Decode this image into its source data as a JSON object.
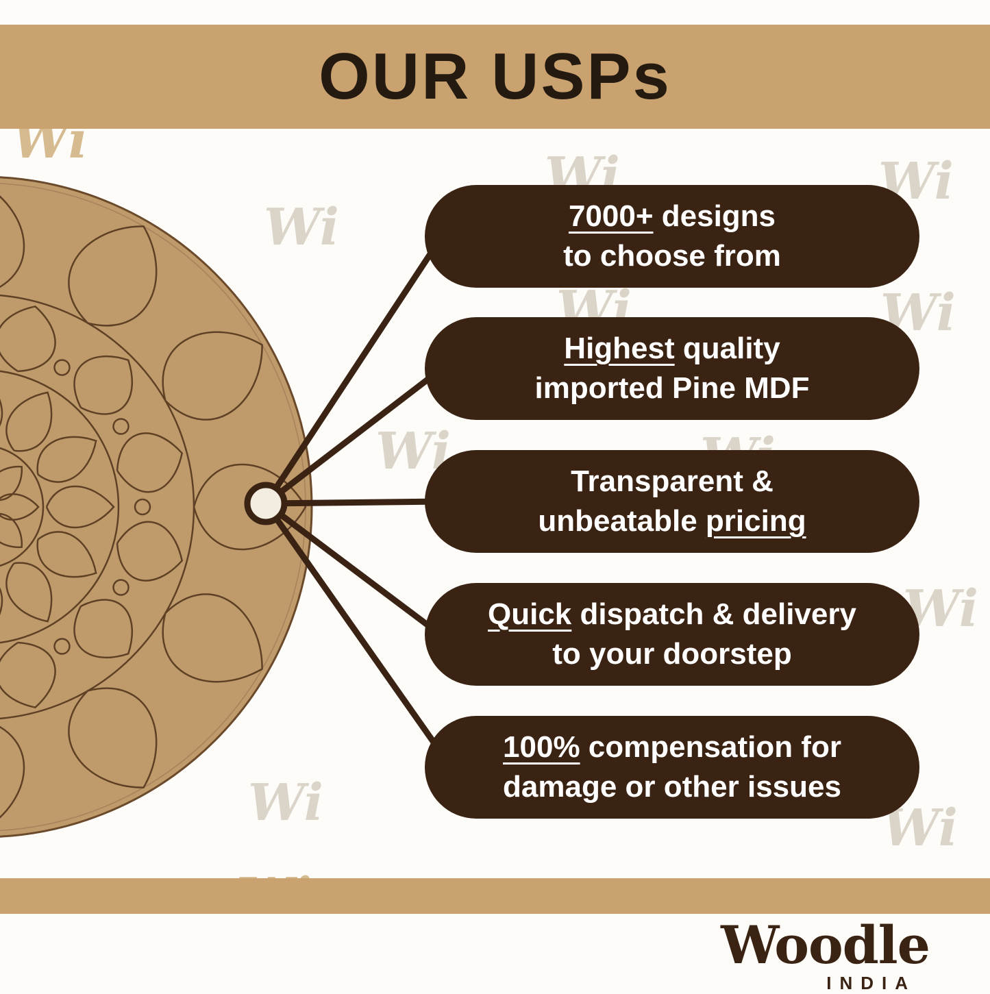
{
  "header": {
    "title": "OUR USPs"
  },
  "pills": [
    {
      "lines": [
        [
          {
            "t": "7000+",
            "u": true
          },
          {
            "t": " designs",
            "u": false
          }
        ],
        [
          {
            "t": "to choose from",
            "u": false
          }
        ]
      ]
    },
    {
      "lines": [
        [
          {
            "t": "Highest",
            "u": true
          },
          {
            "t": " quality",
            "u": false
          }
        ],
        [
          {
            "t": "imported Pine MDF",
            "u": false
          }
        ]
      ]
    },
    {
      "lines": [
        [
          {
            "t": "Transparent &",
            "u": false
          }
        ],
        [
          {
            "t": "unbeatable ",
            "u": false
          },
          {
            "t": "pricing",
            "u": true
          }
        ]
      ]
    },
    {
      "lines": [
        [
          {
            "t": "Quick",
            "u": true
          },
          {
            "t": " dispatch & delivery",
            "u": false
          }
        ],
        [
          {
            "t": "to your doorstep",
            "u": false
          }
        ]
      ]
    },
    {
      "lines": [
        [
          {
            "t": "100%",
            "u": true
          },
          {
            "t": " compensation for",
            "u": false
          }
        ],
        [
          {
            "t": "damage or other issues",
            "u": false
          }
        ]
      ]
    }
  ],
  "watermark": {
    "text": "Wi"
  },
  "footer": {
    "brand": "Woodle",
    "country": "INDIA"
  },
  "colors": {
    "band": "#c9a26f",
    "pill": "#3a2313",
    "mdf_board": "#bf9b6c",
    "engraving": "#5e4024",
    "title_text": "#241a10",
    "pill_text": "#ffffff",
    "watermark": "#dbd5c9",
    "background": "#fdfcf9",
    "hub_fill": "#f3ece1"
  }
}
